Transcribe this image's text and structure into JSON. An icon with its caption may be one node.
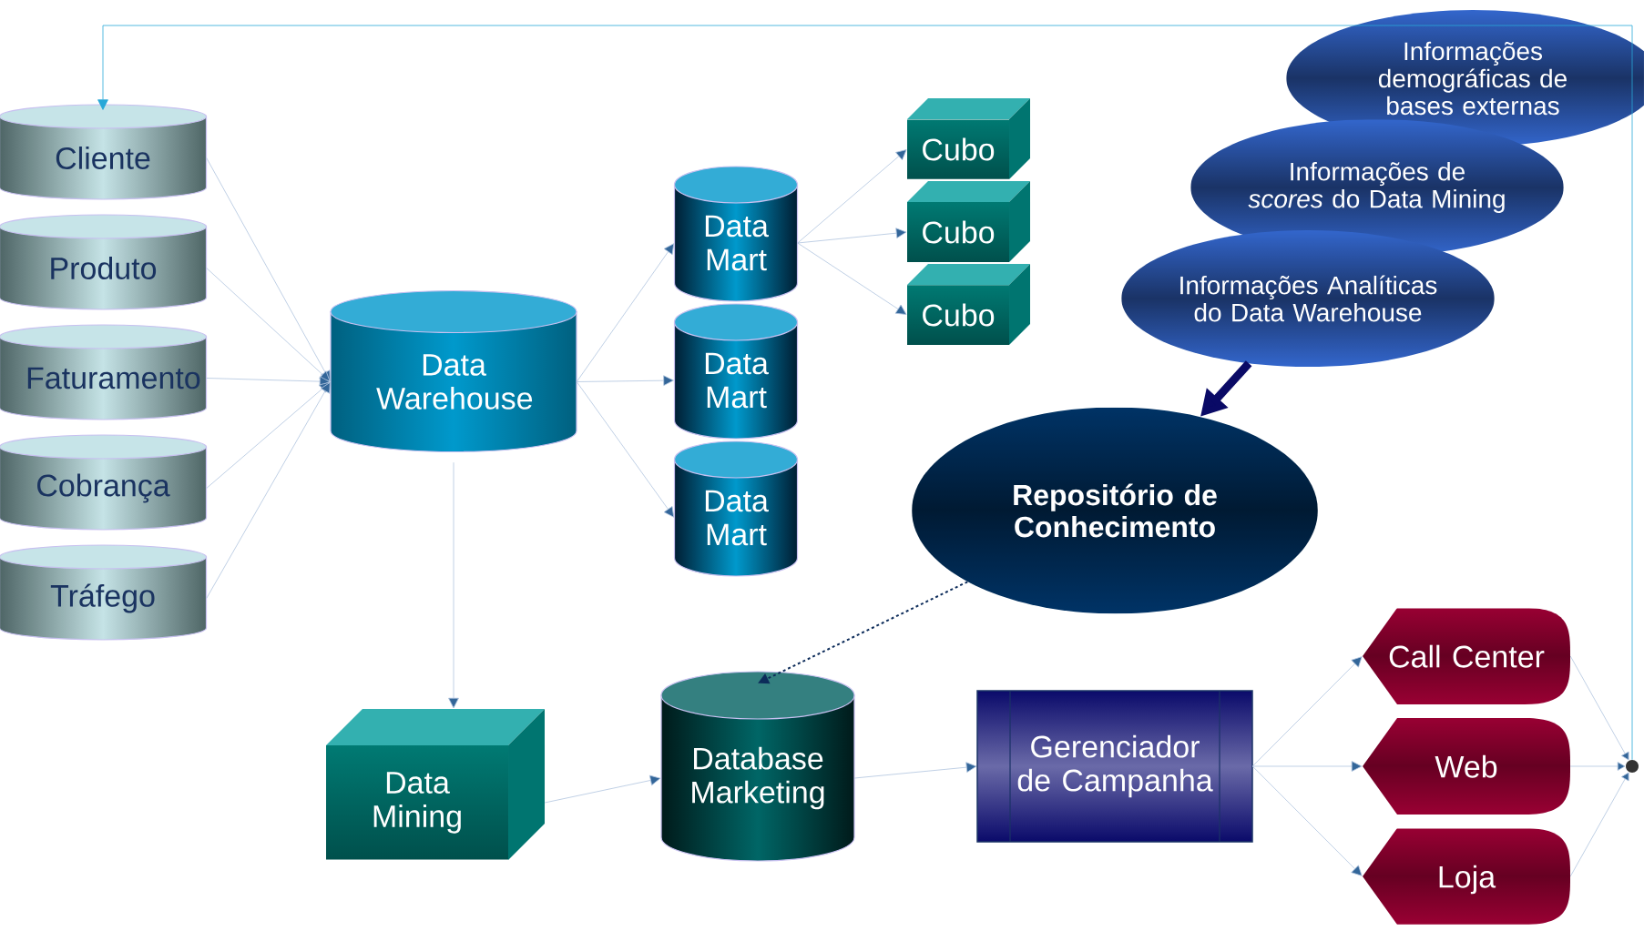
{
  "diagram": {
    "nodes": [
      {
        "text": [
          "Cliente"
        ]
      },
      {
        "text": [
          "Produto"
        ]
      },
      {
        "text": [
          "Faturamento"
        ]
      },
      {
        "text": [
          "Cobrança"
        ]
      },
      {
        "text": [
          "Tráfego"
        ]
      },
      {
        "text": [
          "Data Warehouse"
        ]
      },
      {
        "text": [
          "Data Mart"
        ]
      },
      {
        "text": [
          "Data Mart"
        ]
      },
      {
        "text": [
          "Data Mart"
        ]
      },
      {
        "text": [
          "Cubo"
        ]
      },
      {
        "text": [
          "Cubo"
        ]
      },
      {
        "text": [
          "Cubo"
        ]
      },
      {
        "text": [
          "Informações demográficas de bases externas"
        ]
      },
      {
        "text": [
          "Informações de *scores* do Data Mining"
        ]
      },
      {
        "text": [
          "Informações Analíticas do Data Warehouse"
        ]
      },
      {
        "text": [
          "Repositório de Conhecimento"
        ]
      },
      {
        "text": [
          "Data Mining"
        ]
      },
      {
        "text": [
          "Database Marketing"
        ]
      },
      {
        "text": [
          "Gerenciador de Campanha"
        ]
      },
      {
        "text": [
          "Call Center"
        ]
      },
      {
        "text": [
          "Web"
        ]
      },
      {
        "text": [
          "Loja"
        ]
      },
      {
        "text": [],
        "shape": "circle"
      }
    ],
    "edges": [
      {
        "from": 0,
        "to": 5,
        "arrow": "to"
      },
      {
        "from": 1,
        "to": 5,
        "arrow": "to"
      },
      {
        "from": 2,
        "to": 5,
        "arrow": "to"
      },
      {
        "from": 3,
        "to": 5,
        "arrow": "to"
      },
      {
        "from": 4,
        "to": 5,
        "arrow": "to"
      },
      {
        "from": 5,
        "to": 6,
        "arrow": "to"
      },
      {
        "from": 5,
        "to": 7,
        "arrow": "to"
      },
      {
        "from": 5,
        "to": 8,
        "arrow": "to"
      },
      {
        "from": 6,
        "to": 9,
        "arrow": "to"
      },
      {
        "from": 6,
        "to": 10,
        "arrow": "to"
      },
      {
        "from": 6,
        "to": 11,
        "arrow": "to"
      },
      {
        "from": 5,
        "to": 16,
        "arrow": "to"
      },
      {
        "from": 16,
        "to": 17,
        "arrow": "to"
      },
      {
        "from": 14,
        "to": 15,
        "arrow": "to",
        "style": "thick",
        "color": "#0a0a66"
      },
      {
        "from": 15,
        "to": 17,
        "arrow": "to",
        "style": "dashed",
        "color": "#0d2c5a"
      },
      {
        "from": 17,
        "to": 18,
        "arrow": "to"
      },
      {
        "from": 18,
        "to": 19,
        "arrow": "to"
      },
      {
        "from": 18,
        "to": 20,
        "arrow": "to"
      },
      {
        "from": 18,
        "to": 21,
        "arrow": "to"
      },
      {
        "from": 19,
        "to": 22,
        "arrow": "to"
      },
      {
        "from": 20,
        "to": 22,
        "arrow": "to"
      },
      {
        "from": 21,
        "to": 22,
        "arrow": "to"
      },
      {
        "from": 22,
        "to": 0,
        "arrow": "to",
        "color": "#29a8d8"
      }
    ]
  }
}
